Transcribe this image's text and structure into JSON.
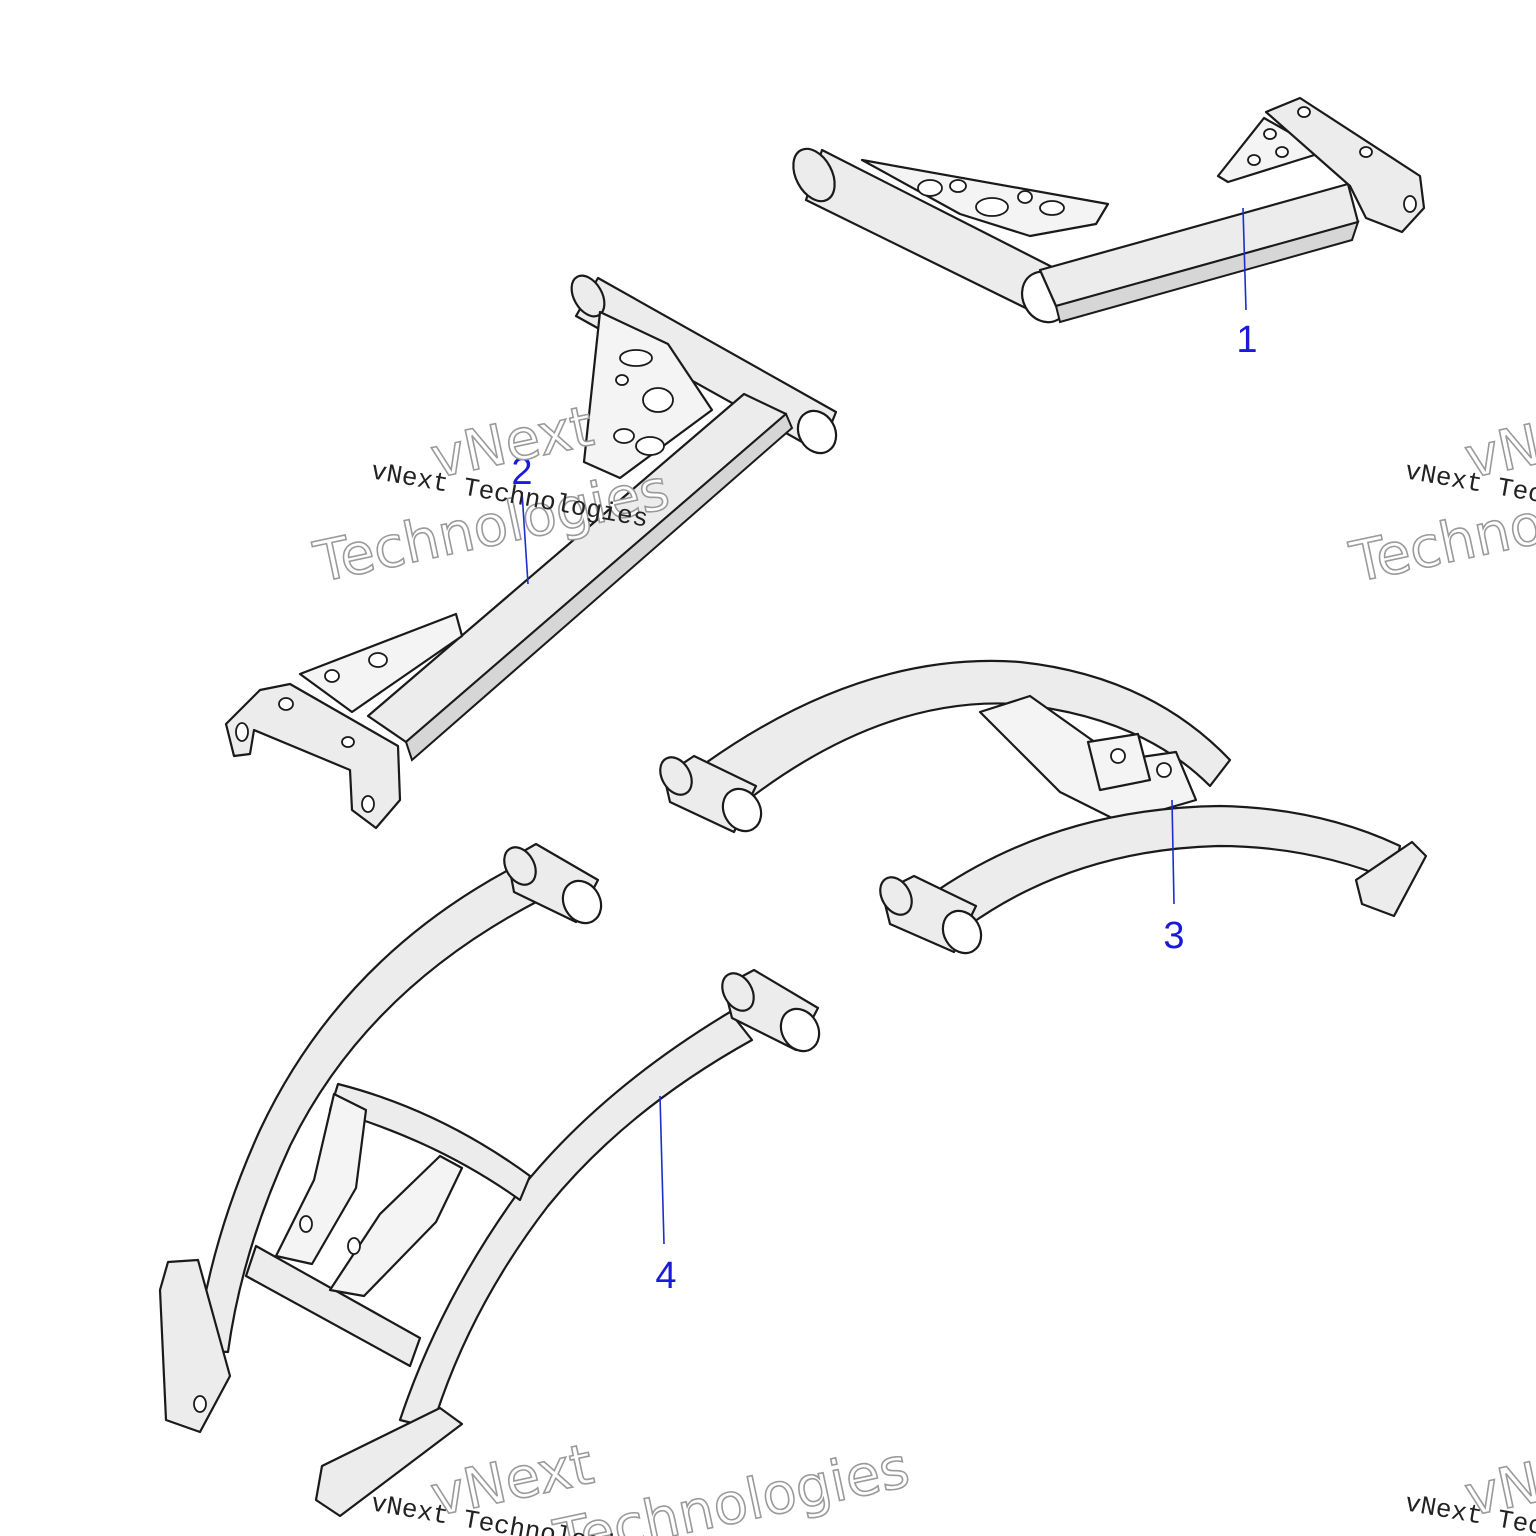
{
  "callouts": [
    {
      "id": "1",
      "label": "1"
    },
    {
      "id": "2",
      "label": "2"
    },
    {
      "id": "3",
      "label": "3"
    },
    {
      "id": "4",
      "label": "4"
    }
  ],
  "watermark": {
    "line_text": "vNext Technologies",
    "big_line1": "vNext",
    "big_line2": "Technologies"
  },
  "colors": {
    "callout": "#1a1adc",
    "leader": "#1a2fcc",
    "part_fill": "#ececec",
    "outline": "#1a1a1a"
  }
}
